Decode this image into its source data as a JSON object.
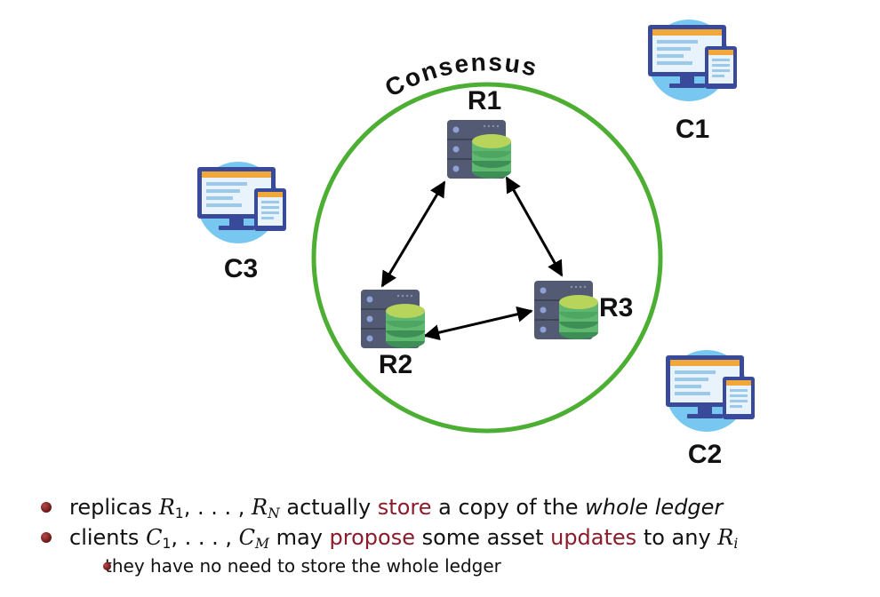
{
  "diagram": {
    "consensus_label": "Consensus",
    "replicas": [
      {
        "id": "R1",
        "label": "R1"
      },
      {
        "id": "R2",
        "label": "R2"
      },
      {
        "id": "R3",
        "label": "R3"
      }
    ],
    "clients": [
      {
        "id": "C1",
        "label": "C1"
      },
      {
        "id": "C2",
        "label": "C2"
      },
      {
        "id": "C3",
        "label": "C3"
      }
    ],
    "colors": {
      "circle": "#4caf34",
      "server_body": "#535a73",
      "database": "#5fb870",
      "database_top": "#b8d45a",
      "monitor_frame": "#3a4a9a",
      "monitor_screen": "#e8f3fb",
      "monitor_bar": "#f0a83a",
      "client_bg": "#78c7f0",
      "accent_text": "#8b1c2b"
    },
    "icons": [
      "server-icon",
      "database-icon",
      "desktop-monitor-icon",
      "tablet-icon",
      "double-arrow-icon"
    ]
  },
  "bullets": {
    "b1": {
      "pre": "replicas ",
      "r1": "R",
      "r1_sub": "1",
      "mid1": ", . . . , ",
      "rn": "R",
      "rn_sub": "N",
      "mid2": " actually ",
      "store": "store",
      "mid3": " a copy of the ",
      "ledger": "whole ledger"
    },
    "b2": {
      "pre": "clients ",
      "c1": "C",
      "c1_sub": "1",
      "mid1": ", . . . , ",
      "cm": "C",
      "cm_sub": "M",
      "mid2": " may ",
      "propose": "propose",
      "mid3": " some asset ",
      "updates": "updates",
      "mid4": " to any ",
      "ri": "R",
      "ri_sub": "i"
    },
    "b3": {
      "text": "they have no need to store the whole ledger"
    }
  }
}
